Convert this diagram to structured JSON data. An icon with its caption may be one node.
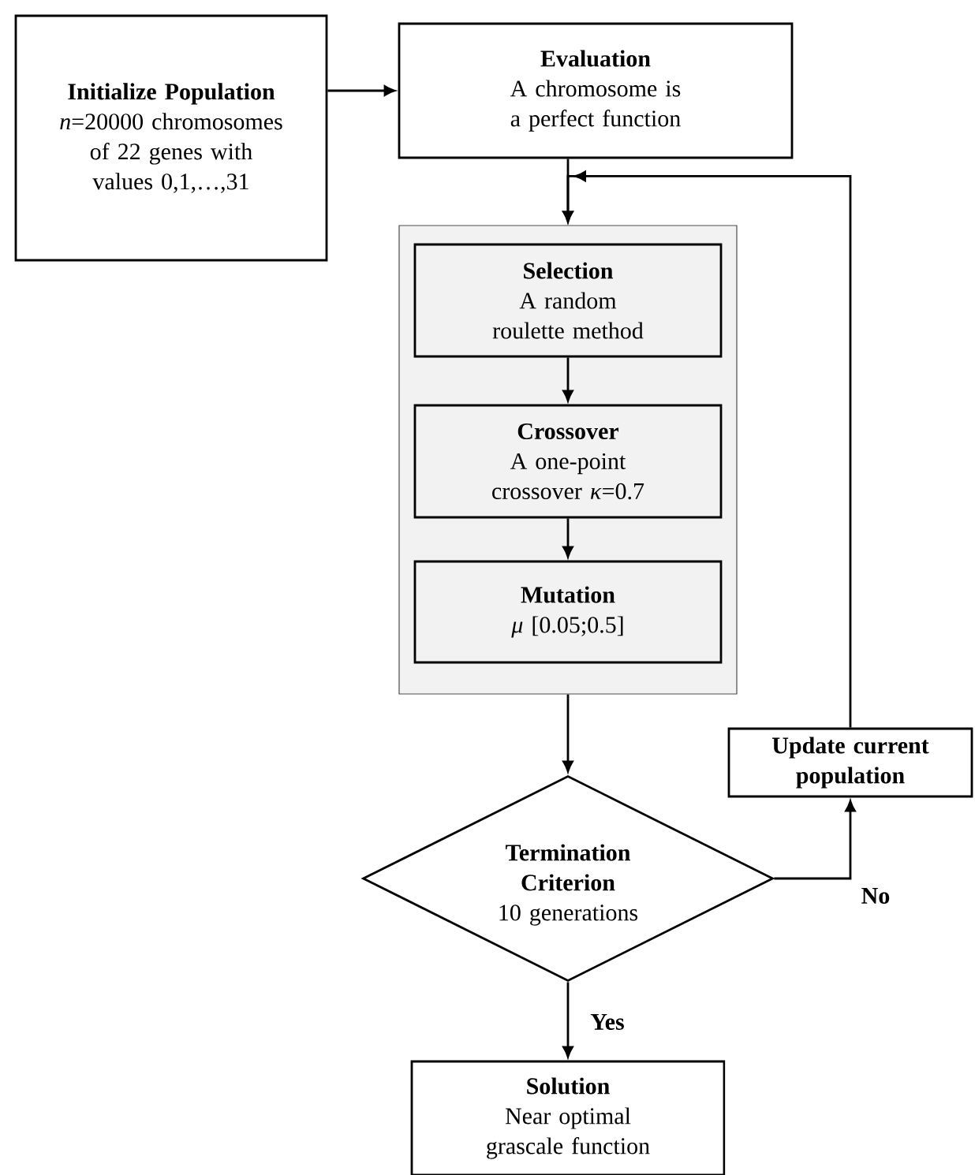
{
  "diagram": {
    "nodes": [
      {
        "text": [
          "Initialize Population",
          "*n*=20000 chromosomes of 22 genes with values 0,1,…,31"
        ]
      },
      {
        "text": [
          "Evaluation",
          "A chromosome is a perfect function"
        ]
      },
      {
        "text": [],
        "shape": "box"
      },
      {
        "text": [
          "Selection",
          "A random roulette method"
        ],
        "in": 2
      },
      {
        "text": [
          "Crossover",
          "A one-point crossover *κ*=0.7"
        ],
        "in": 2
      },
      {
        "text": [
          "Mutation",
          "*μ* [0.05;0.5]"
        ],
        "in": 2
      },
      {
        "text": [
          "Termination Criterion",
          "10 generations"
        ]
      },
      {
        "text": [
          "Update current population"
        ]
      },
      {
        "text": [
          "Solution",
          "Near optimal grascale function"
        ]
      }
    ],
    "edges": [
      {
        "from": 0,
        "to": 1,
        "arrow": "to"
      },
      {
        "from": 1,
        "to": 2,
        "arrow": "to"
      },
      {
        "from": 3,
        "to": 4,
        "arrow": "to"
      },
      {
        "from": 4,
        "to": 5,
        "arrow": "to"
      },
      {
        "from": 2,
        "to": 6,
        "arrow": "to"
      },
      {
        "from": 6,
        "to": 7,
        "arrow": "to",
        "label": "No"
      },
      {
        "from": 7,
        "to": 2,
        "arrow": "to"
      },
      {
        "from": 6,
        "to": 8,
        "arrow": "to",
        "label": "Yes"
      }
    ]
  }
}
